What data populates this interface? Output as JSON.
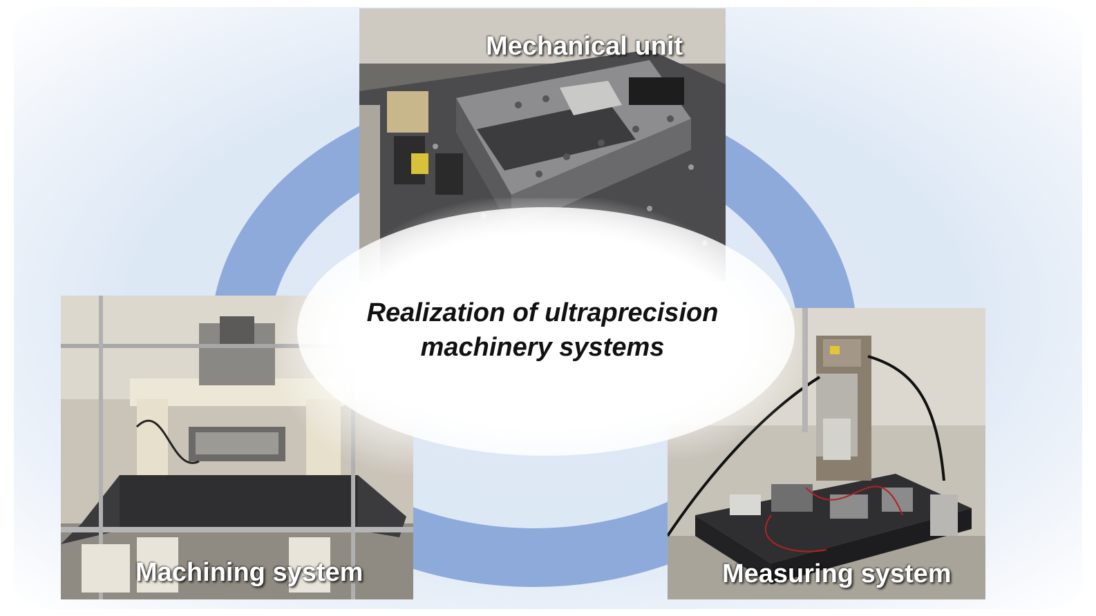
{
  "center_title": {
    "line1": "Realization of ultraprecision",
    "line2": "machinery systems"
  },
  "nodes": [
    {
      "label": "Mechanical unit"
    },
    {
      "label": "Machining system"
    },
    {
      "label": "Measuring system"
    }
  ],
  "colors": {
    "ring": "#8eaadb",
    "background_glow": "#dde8f5",
    "label_text": "#ffffff",
    "title_text": "#111111"
  }
}
